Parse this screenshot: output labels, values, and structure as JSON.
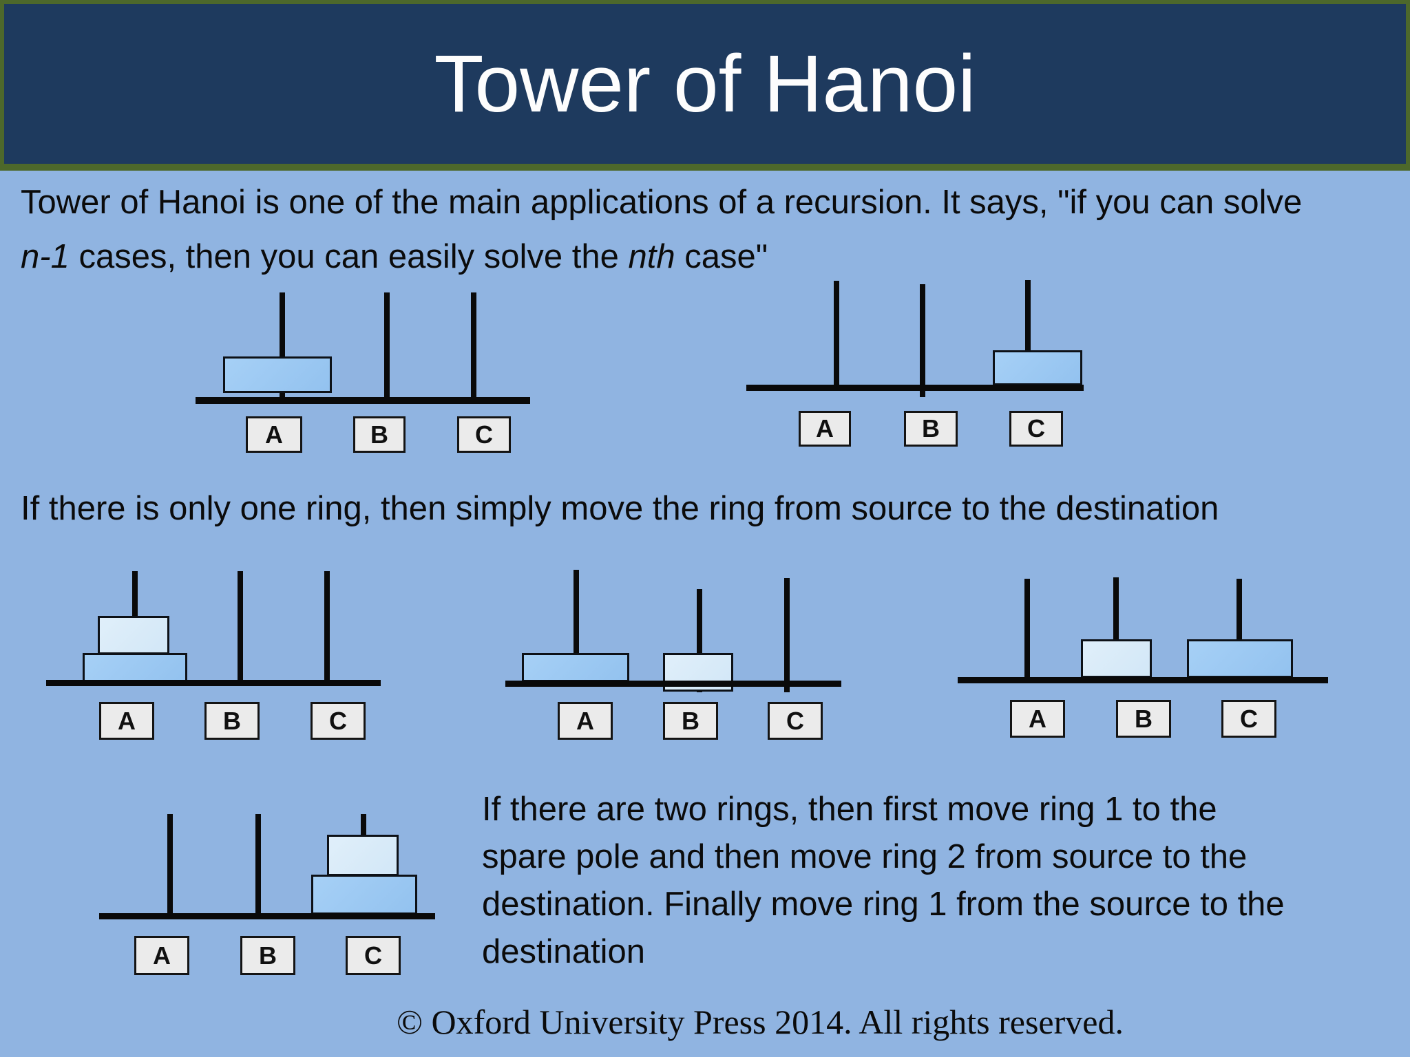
{
  "slide": {
    "title": "Tower of Hanoi",
    "copyright": "© Oxford University Press 2014. All rights reserved."
  },
  "colors": {
    "background": "#90B4E1",
    "header_fill": "#1E3A5E",
    "header_border_green": "#4D682B",
    "title_text": "#FDFDFD",
    "body_text": "#0B0B0B",
    "ring_large_fill": "#9CC7F0",
    "ring_small_fill": "#D9EAF7",
    "ring_border": "#0D1117",
    "peg_label_fill": "#EBEBEB",
    "pole_and_base": "#0A0A0A"
  },
  "intro": {
    "line1": "Tower of Hanoi is one of the main applications of a recursion. It says, \"if you can solve",
    "line2_italic1": "n-1",
    "line2_text1": " cases, then you can easily solve the ",
    "line2_italic2": "nth",
    "line2_text2": " case\""
  },
  "one_ring_text": "If there is only one ring, then simply move the ring from source to the destination",
  "two_rings_text_lines": [
    "If there are two rings, then first move ring 1 to the",
    "spare pole and then move ring 2 from source to the",
    "destination. Finally move ring 1 from the source to the",
    "destination"
  ],
  "peg_labels": [
    "A",
    "B",
    "C"
  ],
  "diagrams": [
    {
      "id": "one-ring-start",
      "rings": [
        {
          "size": "large",
          "peg": "A"
        }
      ]
    },
    {
      "id": "one-ring-final",
      "rings": [
        {
          "size": "large",
          "peg": "C"
        }
      ]
    },
    {
      "id": "two-rings-start",
      "rings": [
        {
          "size": "small",
          "peg": "A",
          "stack": "top"
        },
        {
          "size": "large",
          "peg": "A",
          "stack": "bottom"
        }
      ]
    },
    {
      "id": "two-rings-step1",
      "rings": [
        {
          "size": "large",
          "peg": "A"
        },
        {
          "size": "small",
          "peg": "B"
        }
      ]
    },
    {
      "id": "two-rings-step2",
      "rings": [
        {
          "size": "small",
          "peg": "B"
        },
        {
          "size": "large",
          "peg": "C"
        }
      ]
    },
    {
      "id": "two-rings-final",
      "rings": [
        {
          "size": "small",
          "peg": "C",
          "stack": "top"
        },
        {
          "size": "large",
          "peg": "C",
          "stack": "bottom"
        }
      ]
    }
  ]
}
